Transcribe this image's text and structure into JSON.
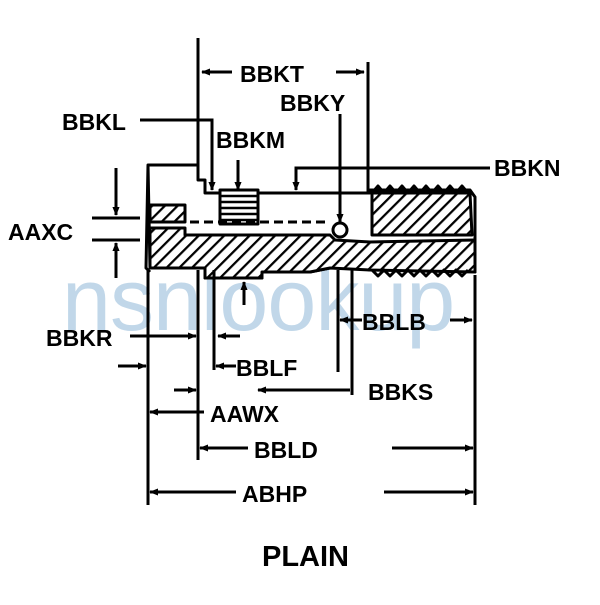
{
  "drawing": {
    "caption": "PLAIN",
    "watermark": "nsnlookup",
    "labels": {
      "bbkt": "BBKT",
      "bbky": "BBKY",
      "bbkl": "BBKL",
      "bbkm": "BBKM",
      "bbkn": "BBKN",
      "aaxc": "AAXC",
      "bbkr": "BBKR",
      "bblb": "BBLB",
      "bblf": "BBLF",
      "bbks": "BBKS",
      "aawx": "AAWX",
      "bbld": "BBLD",
      "abhp": "ABHP"
    }
  }
}
